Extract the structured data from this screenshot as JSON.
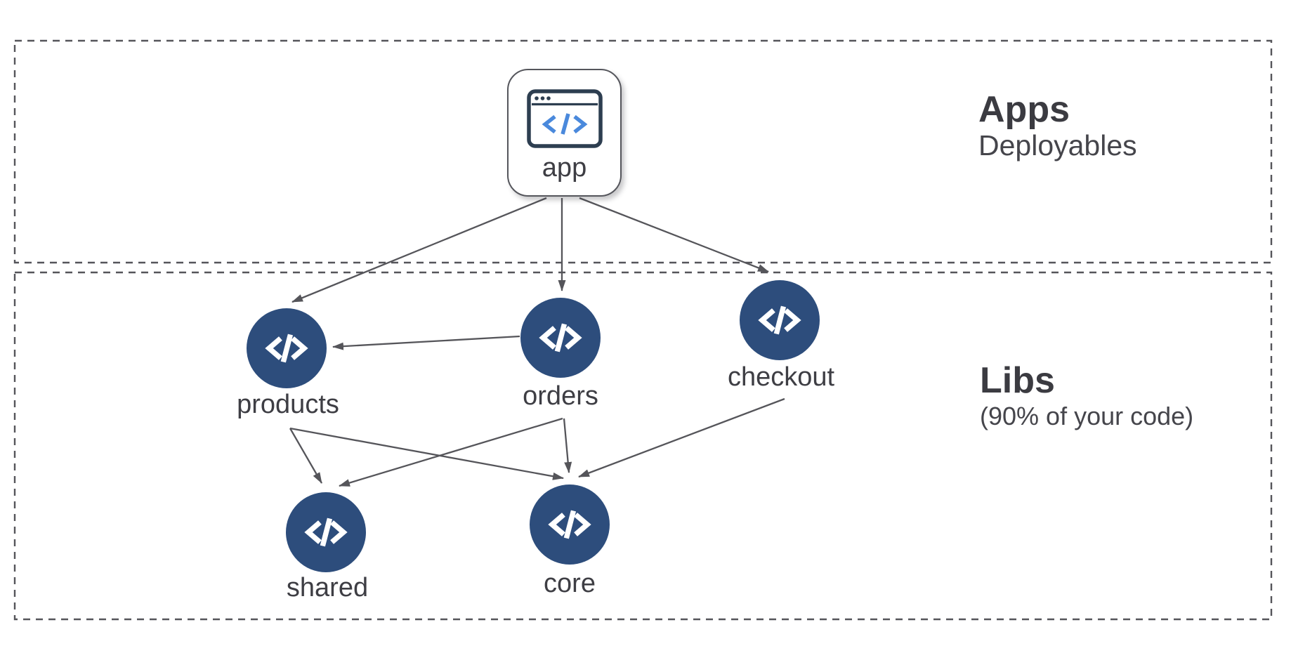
{
  "diagram": {
    "description": "Monorepo architecture diagram: apps depend on libraries",
    "sections": {
      "apps": {
        "title": "Apps",
        "subtitle": "Deployables"
      },
      "libs": {
        "title": "Libs",
        "subtitle": "(90% of your code)"
      }
    },
    "nodes": {
      "app": {
        "label": "app",
        "kind": "application",
        "icon": "browser-code-icon"
      },
      "products": {
        "label": "products",
        "kind": "library",
        "icon": "code-icon"
      },
      "orders": {
        "label": "orders",
        "kind": "library",
        "icon": "code-icon"
      },
      "checkout": {
        "label": "checkout",
        "kind": "library",
        "icon": "code-icon"
      },
      "shared": {
        "label": "shared",
        "kind": "library",
        "icon": "code-icon"
      },
      "core": {
        "label": "core",
        "kind": "library",
        "icon": "code-icon"
      }
    },
    "edges": [
      {
        "from": "app",
        "to": "products"
      },
      {
        "from": "app",
        "to": "orders"
      },
      {
        "from": "app",
        "to": "checkout"
      },
      {
        "from": "orders",
        "to": "products"
      },
      {
        "from": "products",
        "to": "shared"
      },
      {
        "from": "products",
        "to": "core"
      },
      {
        "from": "orders",
        "to": "shared"
      },
      {
        "from": "orders",
        "to": "core"
      },
      {
        "from": "checkout",
        "to": "core"
      }
    ],
    "colors": {
      "background": "#ffffff",
      "lib_circle": "#2d4d7c",
      "glyph_on_circle": "#ffffff",
      "app_icon_stroke": "#2d3e50",
      "app_icon_code_blue": "#4a89dc",
      "edge_gray": "#55555a",
      "dashed_border_gray": "#55555a",
      "label_text": "#3e3e44",
      "heading_text": "#3b3b41"
    }
  }
}
